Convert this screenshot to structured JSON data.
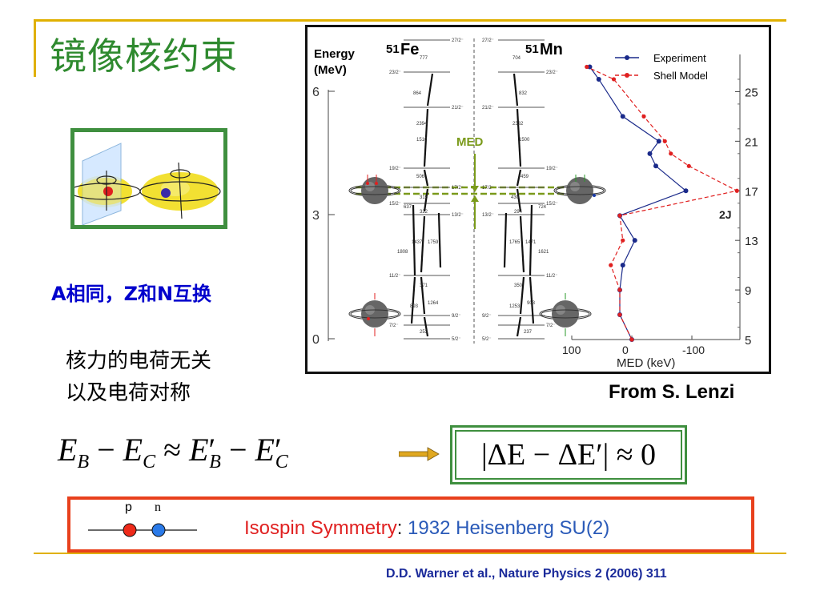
{
  "title": "镜像核约束",
  "mirror_note": "A相同，Z和N互换",
  "description": [
    "核力的电荷无关",
    "以及电荷对称"
  ],
  "figure": {
    "energy_label": [
      "Energy",
      "(MeV)"
    ],
    "nucleus_left": {
      "mass": "51",
      "symbol": "Fe"
    },
    "nucleus_right": {
      "mass": "51",
      "symbol": "Mn"
    },
    "energy_ticks": [
      "6",
      "3",
      "0"
    ],
    "med_label": "MED",
    "legend": {
      "experiment": "Experiment",
      "shell_model": "Shell Model"
    },
    "spin_left": [
      "27/2⁻",
      "23/2⁻",
      "21/2⁻",
      "19/2⁻",
      "17/2⁻",
      "15/2⁻",
      "13/2⁻",
      "11/2⁻",
      "9/2⁻",
      "7/2⁻",
      "5/2⁻"
    ],
    "spin_right": [
      "27/2⁻",
      "23/2⁻",
      "21/2⁻",
      "19/2⁻",
      "17/2⁻",
      "15/2⁻",
      "13/2⁻",
      "11/2⁻",
      "9/2⁻",
      "7/2⁻",
      "5/2⁻"
    ],
    "trans_left": [
      "777",
      "864",
      "2394",
      "1510",
      "506",
      "315",
      "322",
      "637",
      "1437",
      "1759",
      "1808",
      "371",
      "893",
      "1264",
      "253"
    ],
    "trans_right": [
      "704",
      "832",
      "2332",
      "1500",
      "459",
      "430",
      "294",
      "724",
      "1765",
      "1471",
      "1621",
      "350",
      "1253",
      "903",
      "237"
    ],
    "colors": {
      "experiment": "#1a2a8a",
      "shell_model": "#e02020",
      "med": "#7a9a1a"
    }
  },
  "chart_data": {
    "type": "line",
    "title": "",
    "xlabel": "MED (keV)",
    "ylabel": "2J",
    "xlim": [
      100,
      -180
    ],
    "ylim": [
      5,
      28
    ],
    "xticks": [
      "100",
      "0",
      "-100"
    ],
    "yticks": [
      "25",
      "21",
      "17",
      "13",
      "9",
      "5"
    ],
    "series": [
      {
        "name": "Experiment",
        "x": [
          0,
          20,
          20,
          15,
          -5,
          20,
          -90,
          -40,
          -30,
          -45,
          15,
          55,
          70
        ],
        "y": [
          5,
          7,
          9,
          11,
          13,
          15,
          17,
          19,
          20,
          21,
          23,
          26,
          27
        ]
      },
      {
        "name": "Shell Model",
        "x": [
          0,
          20,
          20,
          35,
          15,
          20,
          -175,
          -95,
          -65,
          -55,
          -20,
          30,
          75
        ],
        "y": [
          5,
          7,
          9,
          11,
          13,
          15,
          17,
          19,
          20,
          21,
          23,
          26,
          27
        ]
      }
    ]
  },
  "credit": "From S. Lenzi",
  "formula_left": {
    "eb": "E",
    "eb_sub": "B",
    "ec": "E",
    "ec_sub": "C",
    "approx": "≈",
    "minus": "−",
    "prime": "′"
  },
  "formula_right": "|ΔE − ΔE′| ≈ 0",
  "isospin": {
    "p": "p",
    "n": "n",
    "label": "Isospin Symmetry",
    "colon": ":",
    "detail": " 1932 Heisenberg SU(2)",
    "p_color": "#ee2a1a",
    "n_color": "#2a7ae8"
  },
  "reference": "D.D. Warner et al., Nature Physics 2 (2006) 311"
}
